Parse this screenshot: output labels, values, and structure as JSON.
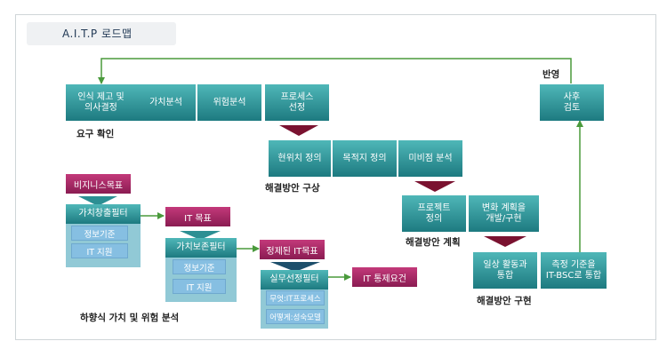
{
  "title": "A.I.T.P 로드맵",
  "requirements": {
    "boxes": [
      "인식 제고 및\n의사결정",
      "가치분석",
      "위험분석",
      "프로세스\n선정"
    ],
    "label": "요구 확인"
  },
  "solution_design": {
    "boxes": [
      "현위치 정의",
      "목적지 정의",
      "미비점 분석"
    ],
    "label": "해결방안 구상"
  },
  "solution_plan": {
    "boxes": [
      "프로젝트\n정의",
      "변화 계획을\n개발/구현"
    ],
    "label": "해결방안 계획"
  },
  "solution_impl": {
    "boxes": [
      "일상 활동과\n통합",
      "측정 기준을\nIT-BSC로 통합"
    ],
    "label": "해결방안 구현"
  },
  "review": {
    "box": "사후\n검토",
    "label": "반영"
  },
  "topdown": {
    "business_goal": "비지니스목표",
    "value_filter": "가치창출필터",
    "value_filter_items": [
      "정보기준",
      "IT 지원"
    ],
    "it_goal": "IT 목표",
    "preserve_filter": "가치보존필터",
    "preserve_filter_items": [
      "정보기준",
      "IT 지원"
    ],
    "refined_goal": "정제된 IT목표",
    "practical_filter": "실무선정필터",
    "practical_filter_items": [
      "무엇:IT프로세스",
      "어떻게:성숙모델"
    ],
    "control_req": "IT 통제요건",
    "label": "하향식 가치 및 위험 분석"
  }
}
